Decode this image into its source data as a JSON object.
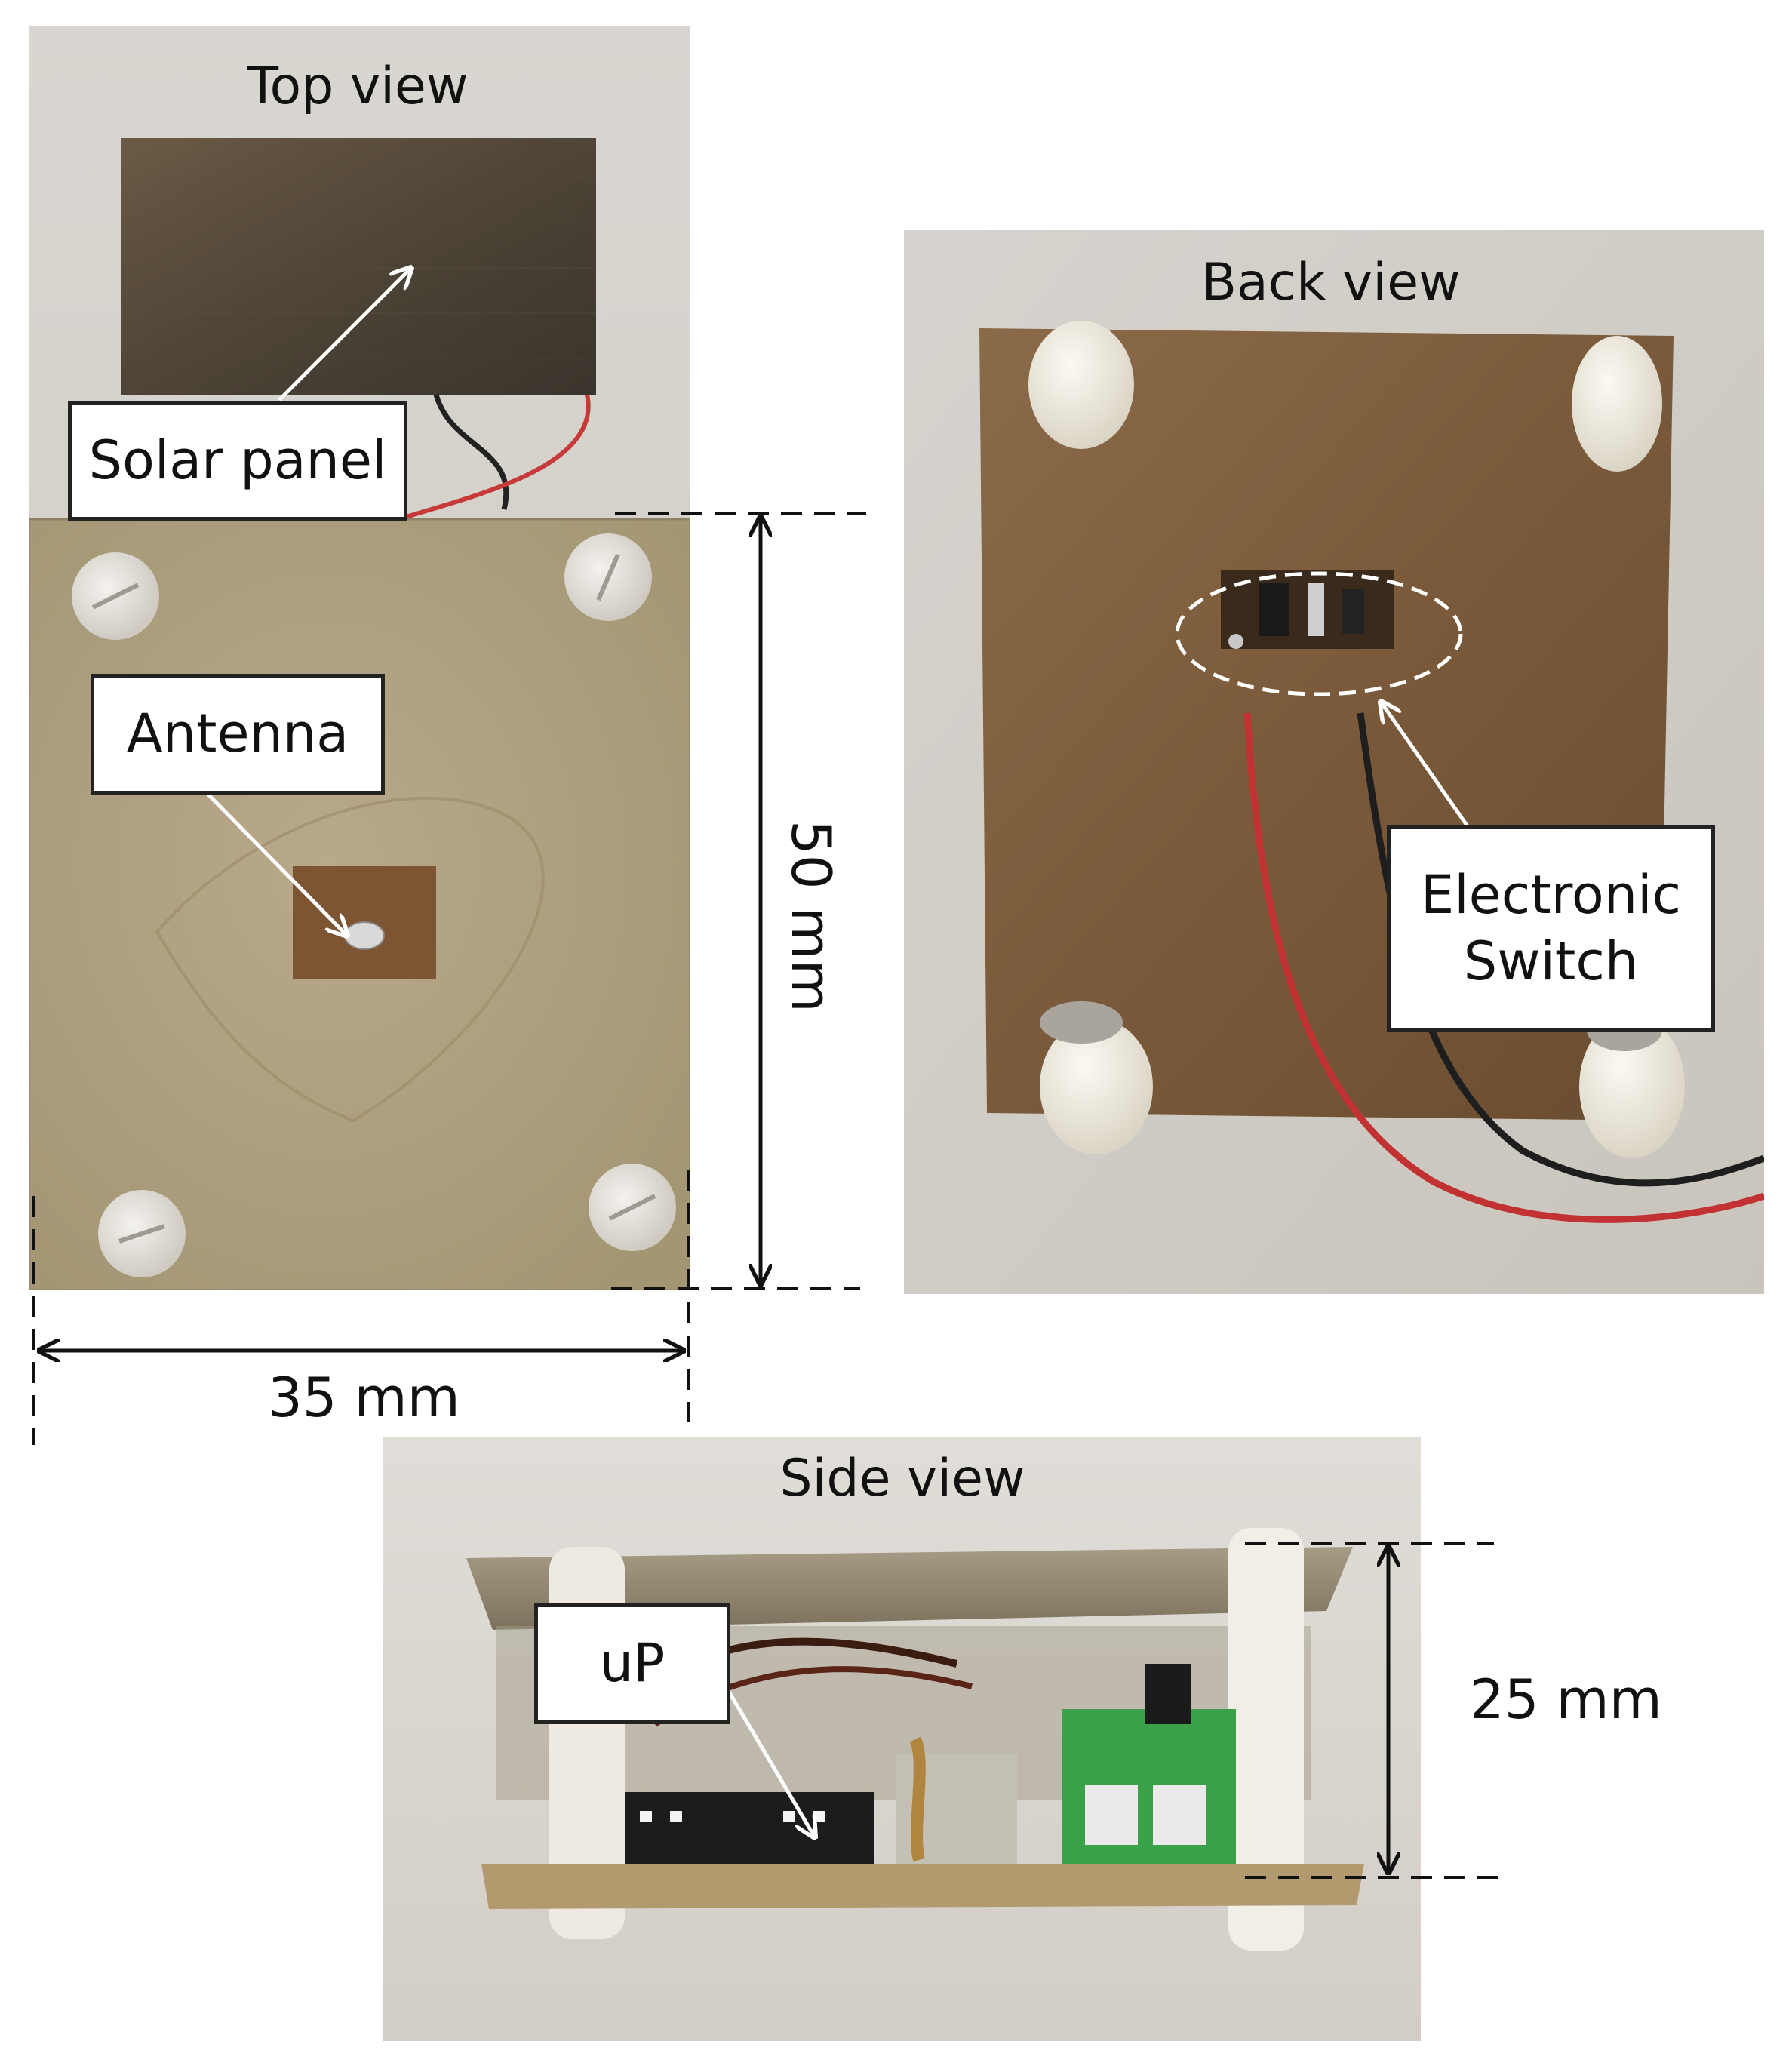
{
  "views": {
    "top": "Top view",
    "back": "Back view",
    "side": "Side view"
  },
  "callouts": {
    "solar_panel": "Solar panel",
    "antenna": "Antenna",
    "electronic_switch_line1": "Electronic",
    "electronic_switch_line2": "Switch",
    "up": "uP"
  },
  "dimensions": {
    "height": "50 mm",
    "width": "35 mm",
    "depth": "25 mm"
  }
}
